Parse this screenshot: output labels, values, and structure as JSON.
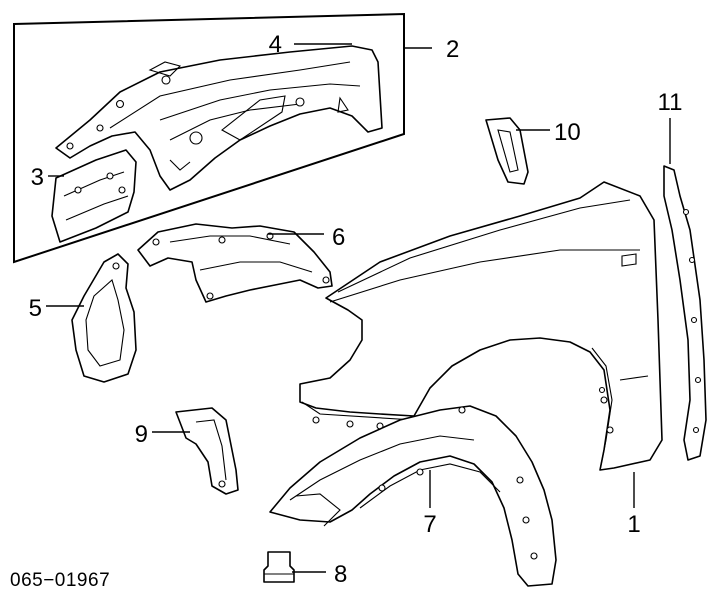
{
  "diagram": {
    "callouts": [
      {
        "id": "c1",
        "label": "1"
      },
      {
        "id": "c2",
        "label": "2"
      },
      {
        "id": "c3",
        "label": "3"
      },
      {
        "id": "c4",
        "label": "4"
      },
      {
        "id": "c5",
        "label": "5"
      },
      {
        "id": "c6",
        "label": "6"
      },
      {
        "id": "c7",
        "label": "7"
      },
      {
        "id": "c8",
        "label": "8"
      },
      {
        "id": "c9",
        "label": "9"
      },
      {
        "id": "c10",
        "label": "10"
      },
      {
        "id": "c11",
        "label": "11"
      }
    ],
    "part_code": "065−01967"
  },
  "colors": {
    "line": "#000000",
    "background": "#ffffff"
  }
}
